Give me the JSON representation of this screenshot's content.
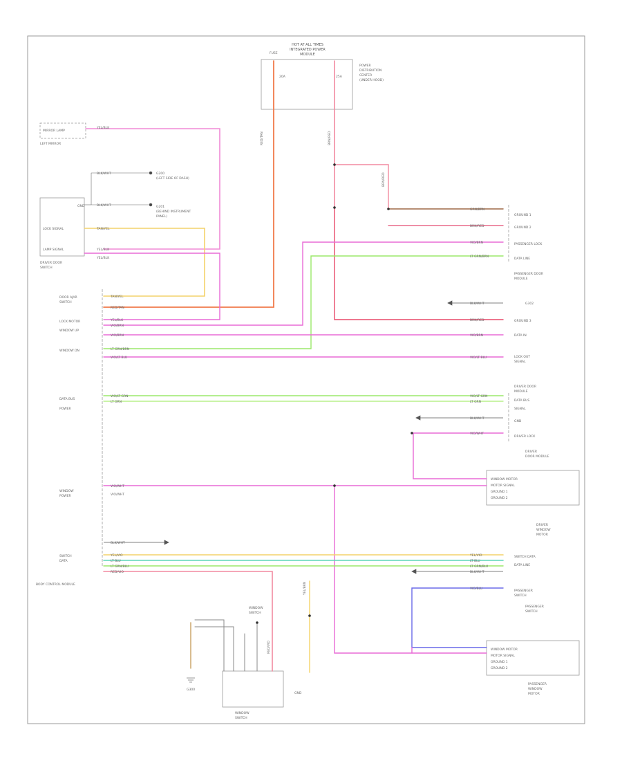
{
  "diagram": {
    "id": "W2110P0C",
    "colors": {
      "pink": "#f08ad6",
      "magenta": "#e83cd8",
      "red": "#e84a4a",
      "orange": "#f08a3c",
      "yellow": "#f4e27a",
      "green": "#9be86a",
      "teal": "#5cd6b8",
      "blue": "#6a6ae8",
      "salmon": "#f28aa0",
      "brown": "#a07c56",
      "gray": "#888888"
    },
    "components": {
      "fuse_box": "INTEGRATED POWER MODULE",
      "driver_door_switch": "DRIVER DOOR SWITCH",
      "left_mirror": "LEFT MIRROR",
      "body_controller": "BODY CONTROL MODULE",
      "passenger_door_module": "PASSENGER DOOR MODULE",
      "driver_door_module": "DRIVER DOOR MODULE",
      "driver_window_motor": "DRIVER WINDOW MOTOR",
      "passenger_window_motor": "PASSENGER WINDOW MOTOR",
      "passenger_switch": "PASSENGER SWITCH",
      "window_switch": "WINDOW SWITCH",
      "ground": "G300"
    }
  }
}
